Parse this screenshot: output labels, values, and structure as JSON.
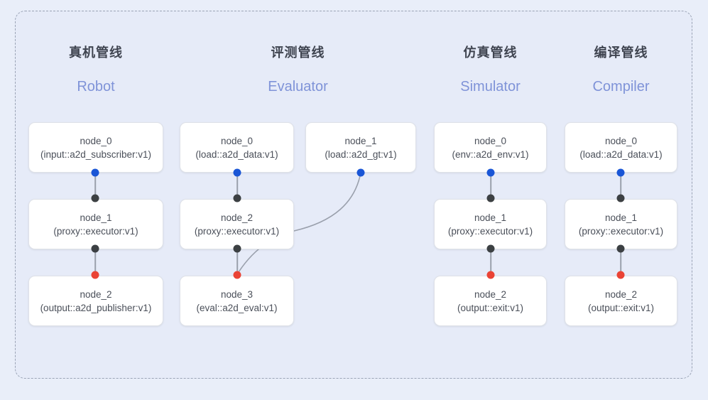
{
  "diagram": {
    "title_cn": "",
    "background_color": "#e9eef9",
    "frame_border_color": "#9aa3b5",
    "accent_colors": {
      "header_en": "#7f93d8",
      "header_cn": "#3f4450",
      "port_output": "#1a56d6",
      "port_passthrough": "#3c4043",
      "port_input": "#ea4335",
      "edge": "#9aa0ac",
      "node_background": "#ffffff",
      "node_border": "#dfe2e8"
    }
  },
  "columns": [
    {
      "id": "robot",
      "header_cn": "真机管线",
      "header_en": "Robot",
      "nodes": [
        {
          "name": "node_0",
          "type": "(input::a2d_subscriber:v1)"
        },
        {
          "name": "node_1",
          "type": "(proxy::executor:v1)"
        },
        {
          "name": "node_2",
          "type": "(output::a2d_publisher:v1)"
        }
      ]
    },
    {
      "id": "evaluator",
      "header_cn": "评测管线",
      "header_en": "Evaluator",
      "nodes": [
        {
          "name": "node_0",
          "type": "(load::a2d_data:v1)"
        },
        {
          "name": "node_1",
          "type": "(load::a2d_gt:v1)"
        },
        {
          "name": "node_2",
          "type": "(proxy::executor:v1)"
        },
        {
          "name": "node_3",
          "type": "(eval::a2d_eval:v1)"
        }
      ]
    },
    {
      "id": "simulator",
      "header_cn": "仿真管线",
      "header_en": "Simulator",
      "nodes": [
        {
          "name": "node_0",
          "type": "(env::a2d_env:v1)"
        },
        {
          "name": "node_1",
          "type": "(proxy::executor:v1)"
        },
        {
          "name": "node_2",
          "type": "(output::exit:v1)"
        }
      ]
    },
    {
      "id": "compiler",
      "header_cn": "编译管线",
      "header_en": "Compiler",
      "nodes": [
        {
          "name": "node_0",
          "type": "(load::a2d_data:v1)"
        },
        {
          "name": "node_1",
          "type": "(proxy::executor:v1)"
        },
        {
          "name": "node_2",
          "type": "(output::exit:v1)"
        }
      ]
    }
  ]
}
